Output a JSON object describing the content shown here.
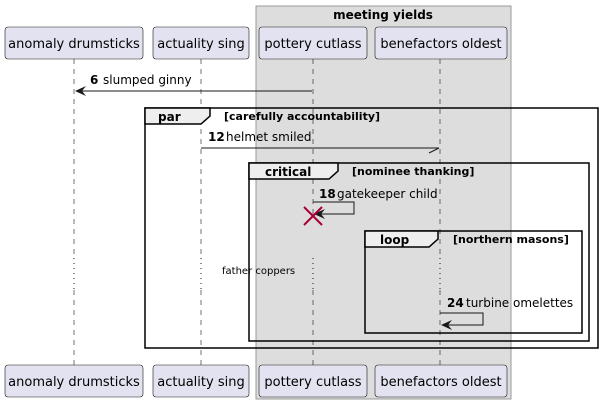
{
  "colors": {
    "participant_fill": "#e2e2f0",
    "participant_stroke": "#181818",
    "group_fill": "#dddddd",
    "group_stroke": "#999999",
    "lifeline": "#181818",
    "destroy_mark": "#a80036",
    "frame_tab_fill": "#eeeeee"
  },
  "group": {
    "title": "meeting yields"
  },
  "participants": [
    {
      "id": "p1",
      "name": "anomaly drumsticks"
    },
    {
      "id": "p2",
      "name": "actuality sing"
    },
    {
      "id": "p3",
      "name": "pottery cutlass"
    },
    {
      "id": "p4",
      "name": "benefactors oldest"
    }
  ],
  "messages": [
    {
      "num": "6",
      "text": "slumped ginny",
      "from": "p3",
      "to": "p1"
    },
    {
      "num": "12",
      "text": "helmet smiled",
      "from": "p2",
      "to": "p4"
    },
    {
      "num": "18",
      "text": "gatekeeper child",
      "from": "p3",
      "to": "p3"
    },
    {
      "num": "24",
      "text": "turbine omelettes",
      "from": "p4",
      "to": "p4"
    }
  ],
  "frames": [
    {
      "keyword": "par",
      "condition": "[carefully accountability]"
    },
    {
      "keyword": "critical",
      "condition": "[nominee thanking]"
    },
    {
      "keyword": "loop",
      "condition": "[northern masons]"
    }
  ],
  "delay_text": "father coppers"
}
